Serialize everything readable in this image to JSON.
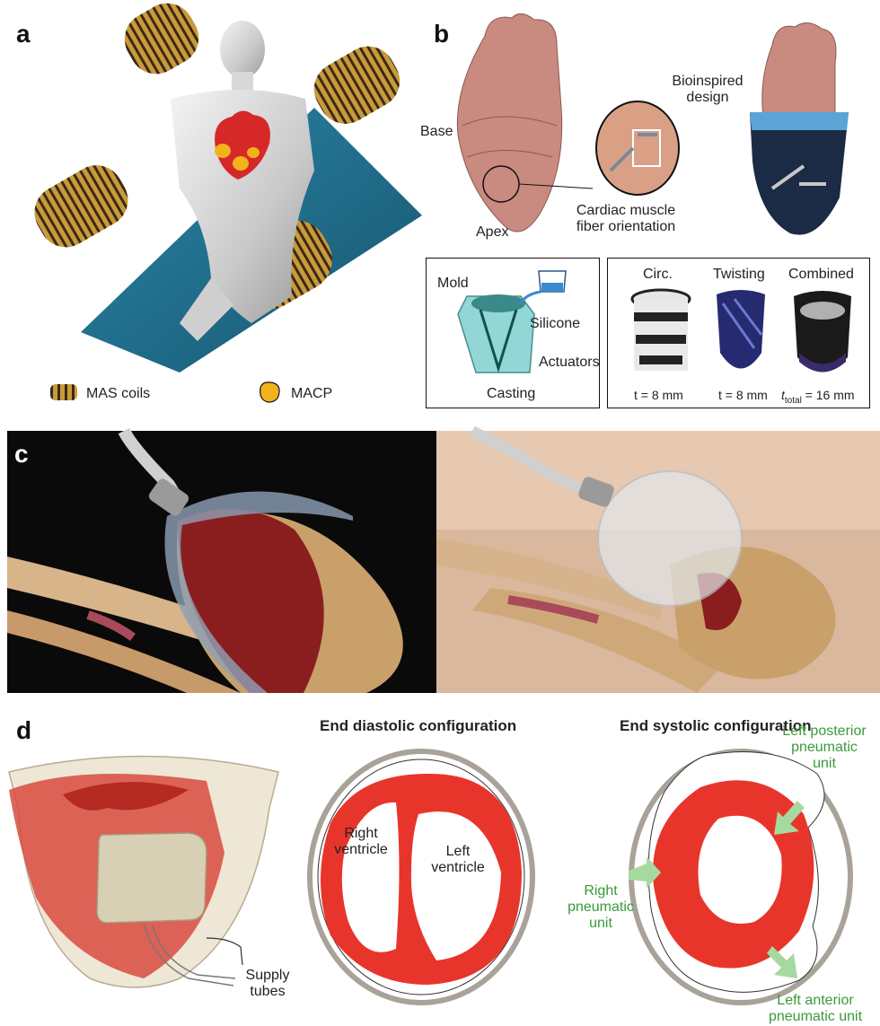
{
  "panels": {
    "a": {
      "letter": "a",
      "legend_coils": "MAS coils",
      "legend_macp": "MACP"
    },
    "b": {
      "letter": "b",
      "base": "Base",
      "apex": "Apex",
      "fiber_line1": "Cardiac muscle",
      "fiber_line2": "fiber orientation",
      "bio_line1": "Bioinspired",
      "bio_line2": "design",
      "mold": "Mold",
      "silicone": "Silicone",
      "actuators": "Actuators",
      "casting": "Casting",
      "circ": "Circ.",
      "twisting": "Twisting",
      "combined": "Combined",
      "t_circ": "t = 8 mm",
      "t_twist": "t = 8 mm",
      "t_total_prefix": "t",
      "t_total_sub": "total",
      "t_total_value": " = 16 mm"
    },
    "c": {
      "letter": "c"
    },
    "d": {
      "letter": "d",
      "supply_line1": "Supply",
      "supply_line2": "tubes",
      "diastolic_title": "End diastolic configuration",
      "systolic_title": "End systolic configuration",
      "rv_line1": "Right",
      "rv_line2": "ventricle",
      "lv_line1": "Left",
      "lv_line2": "ventricle",
      "lp_line1": "Left posterior",
      "lp_line2": "pneumatic",
      "lp_line3": "unit",
      "rp_line1": "Right",
      "rp_line2": "pneumatic",
      "rp_line3": "unit",
      "la_line1": "Left anterior",
      "la_line2": "pneumatic unit"
    }
  },
  "colors": {
    "mat_blue": "#1f6f8f",
    "coil_gold": "#b8862b",
    "coil_dark": "#3a2a14",
    "heart_red": "#d62828",
    "macp_yellow": "#f2b21b",
    "ventricle_red": "#e8352b",
    "shell_gray": "#a8a298",
    "arrow_green": "#a6d9a0",
    "label_green": "#3a9a3a",
    "render_dark": "#111111"
  }
}
